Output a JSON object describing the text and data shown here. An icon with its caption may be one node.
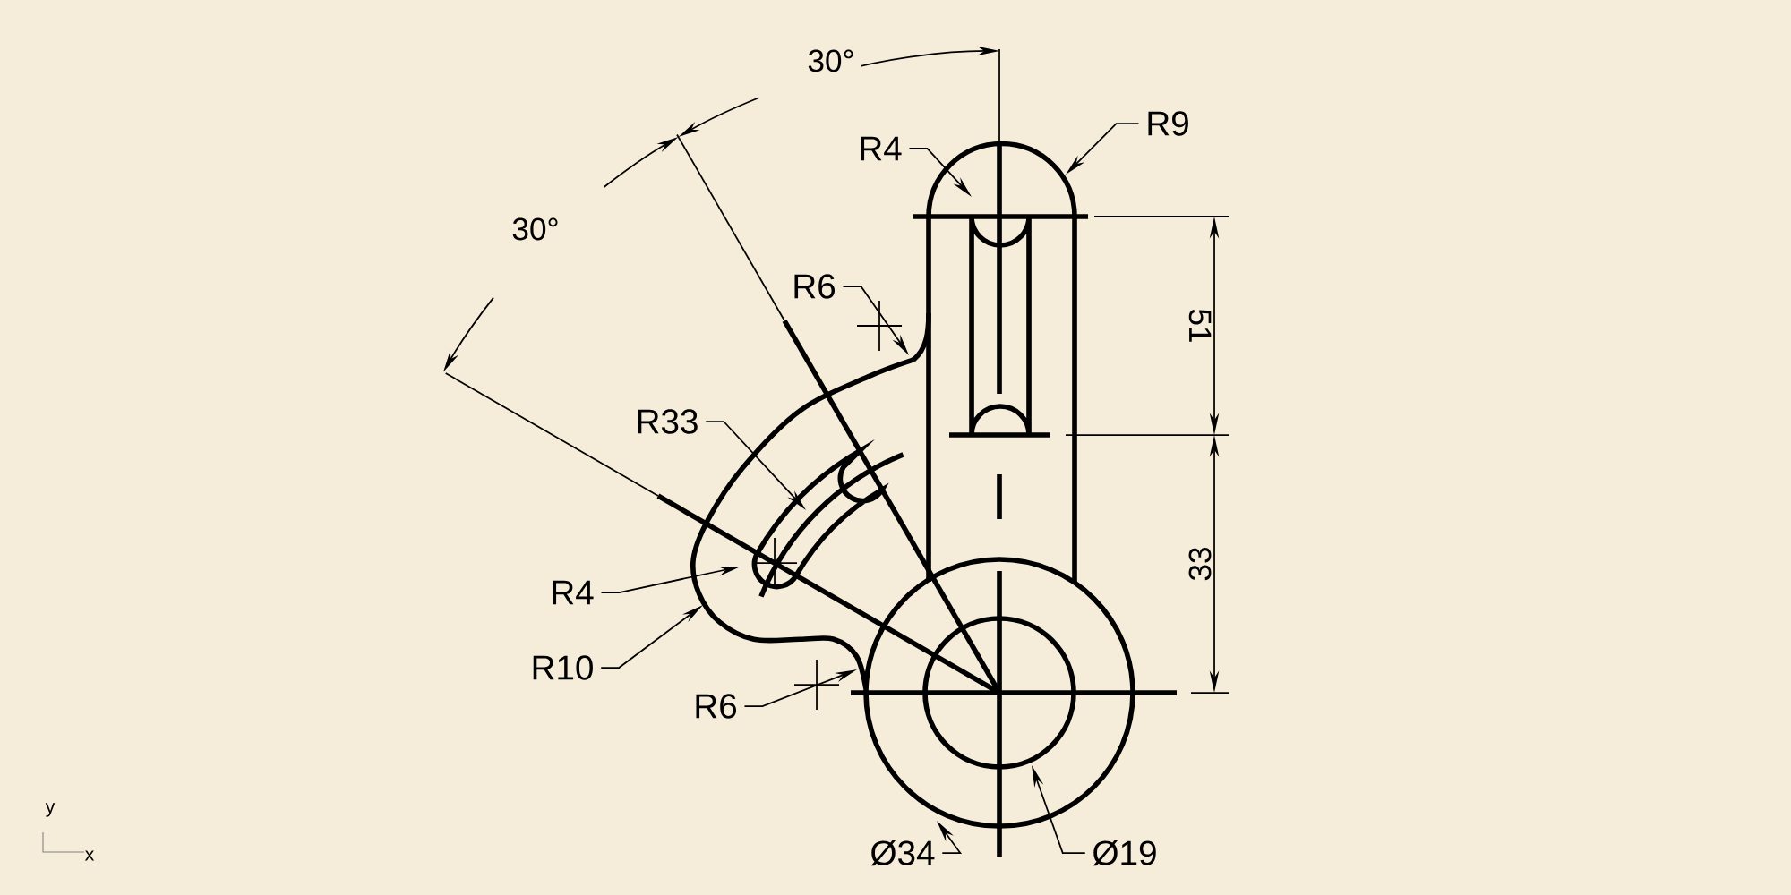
{
  "diagram": {
    "nodes": [
      {
        "text": [
          "R9"
        ]
      },
      {
        "text": [
          "R4"
        ]
      },
      {
        "text": [
          "R6"
        ]
      },
      {
        "text": [
          "R33"
        ]
      },
      {
        "text": [
          "R4"
        ]
      },
      {
        "text": [
          "R10"
        ]
      },
      {
        "text": [
          "R6"
        ]
      },
      {
        "text": [
          "Ø34"
        ]
      },
      {
        "text": [
          "Ø19"
        ]
      }
    ],
    "edges": [
      {
        "from": 0,
        "to": null,
        "arrow": "to"
      },
      {
        "from": 1,
        "to": null,
        "arrow": "to"
      },
      {
        "from": 2,
        "to": null,
        "arrow": "to"
      },
      {
        "from": 3,
        "to": null,
        "arrow": "to"
      },
      {
        "from": 4,
        "to": null,
        "arrow": "to"
      },
      {
        "from": 5,
        "to": null,
        "arrow": "to"
      },
      {
        "from": 6,
        "to": null,
        "arrow": "to"
      },
      {
        "from": 7,
        "to": null,
        "arrow": "to"
      },
      {
        "from": 8,
        "to": null,
        "arrow": "to"
      }
    ],
    "labels": [
      "30°",
      "30°",
      "51",
      "33",
      "y",
      "x"
    ]
  }
}
